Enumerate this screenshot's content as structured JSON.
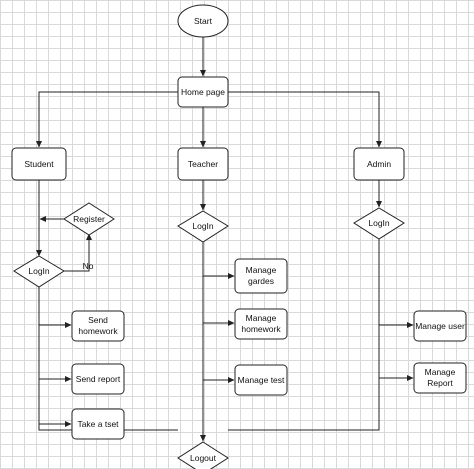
{
  "nodes": {
    "start": "Start",
    "home": "Home page",
    "student": "Student",
    "teacher": "Teacher",
    "admin": "Admin",
    "register": "Register",
    "student_login": "LogIn",
    "teacher_login": "LogIn",
    "admin_login": "LogIn",
    "send_homework": [
      "Send",
      "homework"
    ],
    "send_report": "Send report",
    "take_test": "Take a tset",
    "manage_gardes": [
      "Manage",
      "gardes"
    ],
    "manage_homework": [
      "Manage",
      "homework"
    ],
    "manage_test": "Manage test",
    "manage_user": "Manage user",
    "manage_report": [
      "Manage",
      "Report"
    ],
    "logout": "Logout"
  },
  "edge_labels": {
    "no": "No"
  }
}
